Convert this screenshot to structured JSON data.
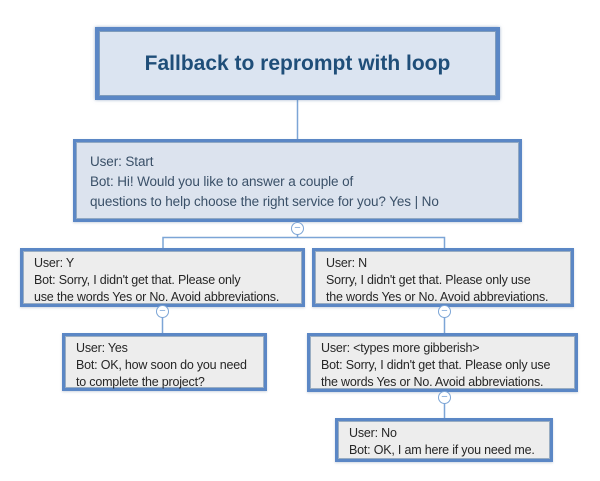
{
  "palette": {
    "box_border": "#5b87c5",
    "title_fill": "#dbe4f1",
    "title_text": "#1f4e79",
    "start_fill": "#dce3ee",
    "start_text": "#3a5068",
    "node_fill": "#ededed",
    "node_text": "#262626",
    "connector": "#7ca5d6"
  },
  "icons": {
    "collapse_glyph": "−"
  },
  "diagram": {
    "title": "Fallback to reprompt with loop",
    "nodes": {
      "start": {
        "text": "User: Start\nBot: Hi! Would you like to answer a couple of\nquestions to help choose the right service for you? Yes | No"
      },
      "branch_y": {
        "text": "User: Y\nBot: Sorry, I didn't get that. Please only\nuse the words Yes or No. Avoid abbreviations."
      },
      "branch_n": {
        "text": "User: N\nSorry, I didn't get that. Please only use\nthe words Yes or No. Avoid abbreviations."
      },
      "yes": {
        "text": "User: Yes\nBot: OK, how soon do you need\nto complete the project?"
      },
      "gibberish": {
        "text": "User: <types more gibberish>\nBot: Sorry, I didn't get that. Please only use\nthe words Yes or No. Avoid abbreviations."
      },
      "no": {
        "text": "User: No\nBot: OK, I am here if you need me."
      }
    }
  }
}
